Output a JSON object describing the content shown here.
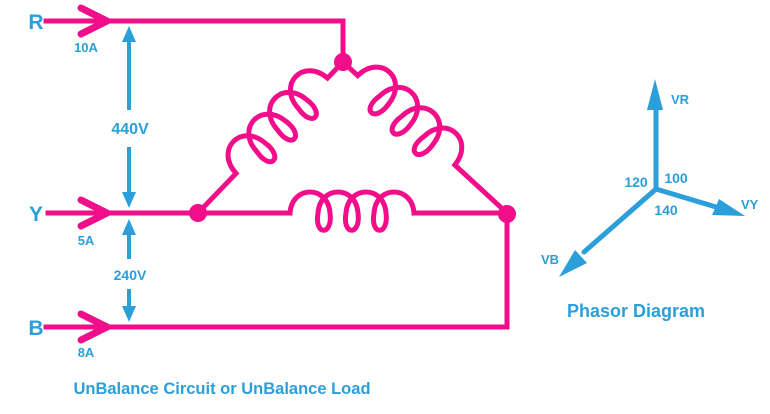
{
  "colors": {
    "magenta": "#F20D8A",
    "blue": "#2B9FD9"
  },
  "circuit": {
    "caption": "UnBalance Circuit or UnBalance Load",
    "phases": [
      {
        "name": "R",
        "current": "10A"
      },
      {
        "name": "Y",
        "current": "5A"
      },
      {
        "name": "B",
        "current": "8A"
      }
    ],
    "voltages": [
      {
        "value": "440V",
        "between": "R-Y"
      },
      {
        "value": "240V",
        "between": "Y-B"
      }
    ]
  },
  "phasor": {
    "title": "Phasor Diagram",
    "vectors": [
      {
        "label": "VR"
      },
      {
        "label": "VY"
      },
      {
        "label": "VB"
      }
    ],
    "angles": [
      {
        "value": "120",
        "between": "VR-VB"
      },
      {
        "value": "100",
        "between": "VR-VY"
      },
      {
        "value": "140",
        "between": "VY-VB"
      }
    ]
  }
}
